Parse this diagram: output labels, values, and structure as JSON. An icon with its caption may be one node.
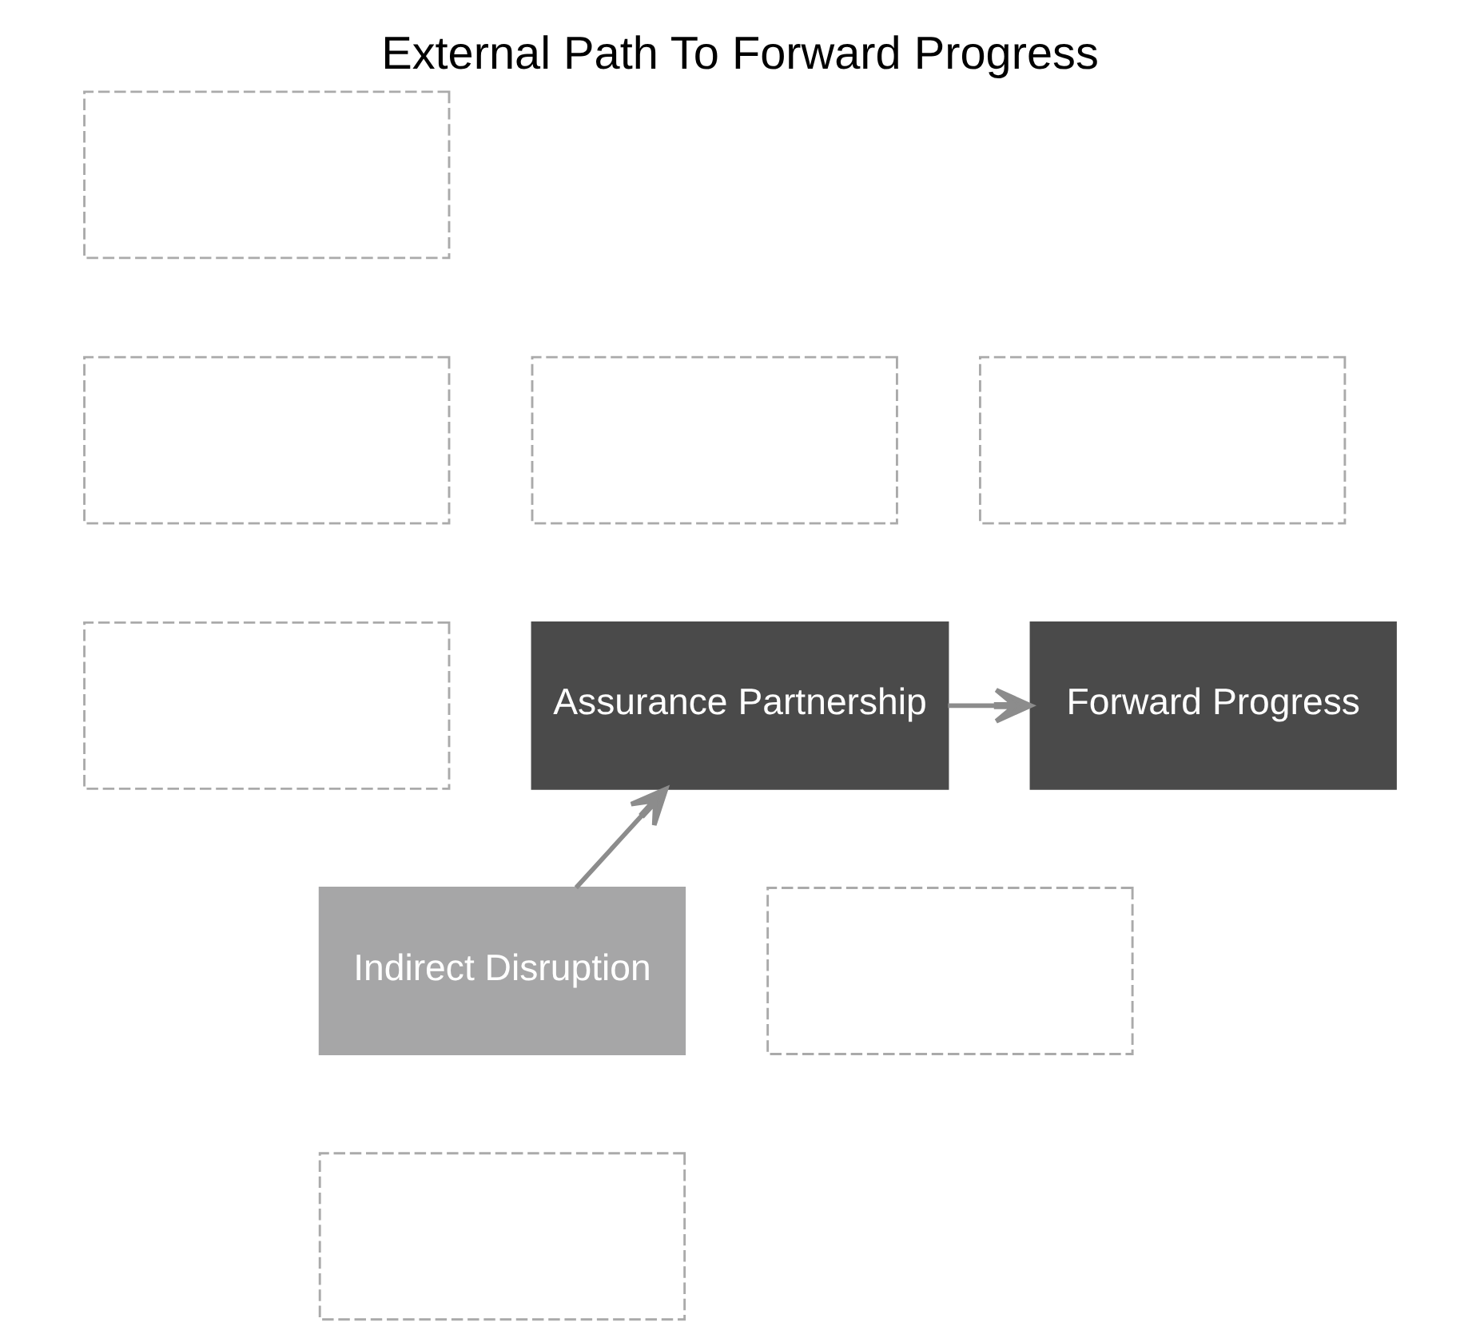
{
  "diagram": {
    "title": "External Path To Forward Progress",
    "nodes": [
      {
        "text": [],
        "shape": "box"
      },
      {
        "text": [],
        "shape": "box"
      },
      {
        "text": [],
        "shape": "box"
      },
      {
        "text": [],
        "shape": "box"
      },
      {
        "text": [],
        "shape": "box"
      },
      {
        "text": [
          "Assurance Partnership"
        ]
      },
      {
        "text": [
          "Forward Progress"
        ]
      },
      {
        "text": [
          "Indirect Disruption"
        ]
      },
      {
        "text": [],
        "shape": "box"
      },
      {
        "text": [],
        "shape": "box"
      }
    ],
    "edges": [
      {
        "from": 7,
        "to": 5,
        "arrow": "to"
      },
      {
        "from": 5,
        "to": 6,
        "arrow": "to"
      }
    ]
  }
}
